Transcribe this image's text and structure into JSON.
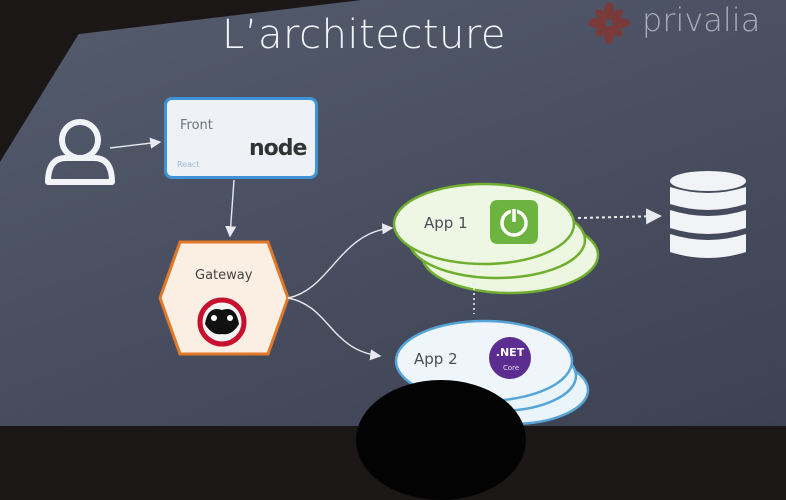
{
  "slide": {
    "title": "L’architecture",
    "brand": "privalia"
  },
  "diagram": {
    "front": {
      "label": "Front",
      "react_label": "React",
      "node_label": "node"
    },
    "gateway": {
      "label": "Gateway"
    },
    "app1": {
      "label": "App 1"
    },
    "app2": {
      "label": "App 2",
      "net_label": ".NET",
      "net_sub": "Core"
    }
  },
  "colors": {
    "slide_bg": "#4b5162",
    "front_border": "#3e94d6",
    "gateway_border": "#e0782a",
    "gateway_fill": "#fbeee2",
    "app1_border": "#6fae2e",
    "app1_fill": "#ecf6e0",
    "app2_border": "#57a5d8",
    "app2_fill": "#eaf4fb",
    "spring_green": "#6db33f",
    "angular_red": "#dd0031",
    "net_purple": "#5c2d91"
  },
  "icons": {
    "user": "user-outline-icon",
    "database": "database-icon",
    "spring": "spring-power-icon",
    "angular": "angular-icon",
    "react": "react-icon",
    "node": "nodejs-icon",
    "net": "dotnet-core-icon",
    "gateway": "gateway-mascot-icon",
    "brand": "flower-logo-icon"
  }
}
